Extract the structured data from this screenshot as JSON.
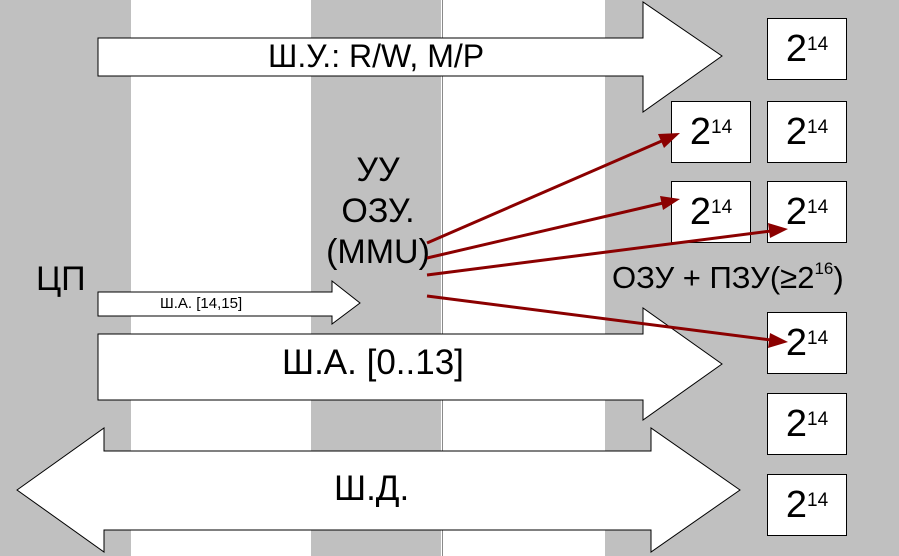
{
  "buses": {
    "control": "Ш.У.: R/W, M/P",
    "address_high": "Ш.А. [14,15]",
    "address_low": "Ш.А. [0..13]",
    "data": "Ш.Д."
  },
  "cpu_label": "ЦП",
  "mmu": {
    "line1": "УУ",
    "line2": "ОЗУ.",
    "line3": "(MMU)"
  },
  "memory_label": {
    "text": "ОЗУ + ПЗУ(≥2",
    "exp": "16",
    "suffix": ")"
  },
  "memory_blocks": [
    {
      "base": "2",
      "exp": "14"
    },
    {
      "base": "2",
      "exp": "14"
    },
    {
      "base": "2",
      "exp": "14"
    },
    {
      "base": "2",
      "exp": "14"
    },
    {
      "base": "2",
      "exp": "14"
    },
    {
      "base": "2",
      "exp": "14"
    },
    {
      "base": "2",
      "exp": "14"
    },
    {
      "base": "2",
      "exp": "14"
    }
  ],
  "colors": {
    "arrow_red": "#8b0000",
    "column_gray": "#c0c0c0",
    "column_line": "#8a8a8a"
  }
}
